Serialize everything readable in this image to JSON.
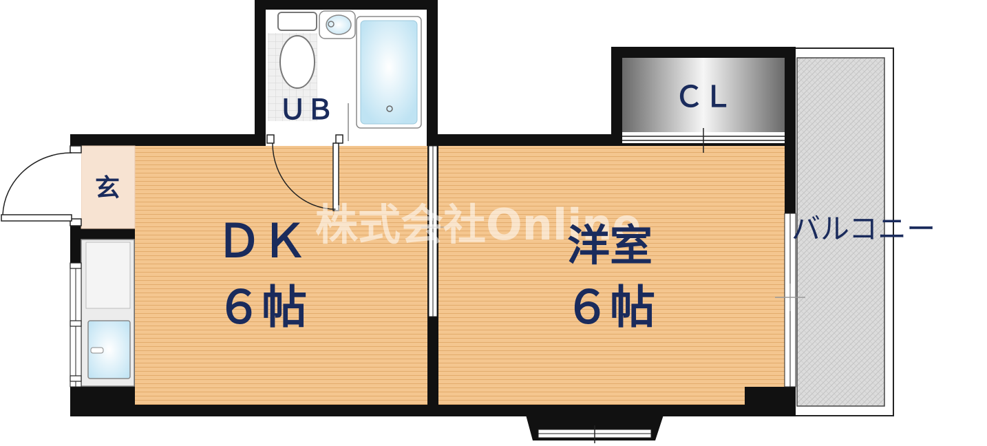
{
  "rooms": {
    "unit_bath": "ＵＢ",
    "entrance": "玄",
    "dk_name": "ＤＫ",
    "dk_size": "６帖",
    "western_name": "洋室",
    "western_size": "６帖",
    "closet": "ＣＬ",
    "balcony": "バルコニー"
  },
  "watermark": "株式会社Online",
  "colors": {
    "wall": "#111111",
    "floor_wood": "#f4c68f",
    "floor_wood_line": "#e2ab6c",
    "entrance_tile": "#f7e3d2",
    "label_text": "#1a2b5c",
    "bath_tub": "#d6eef8",
    "balcony_fill": "#d9d9d9"
  }
}
